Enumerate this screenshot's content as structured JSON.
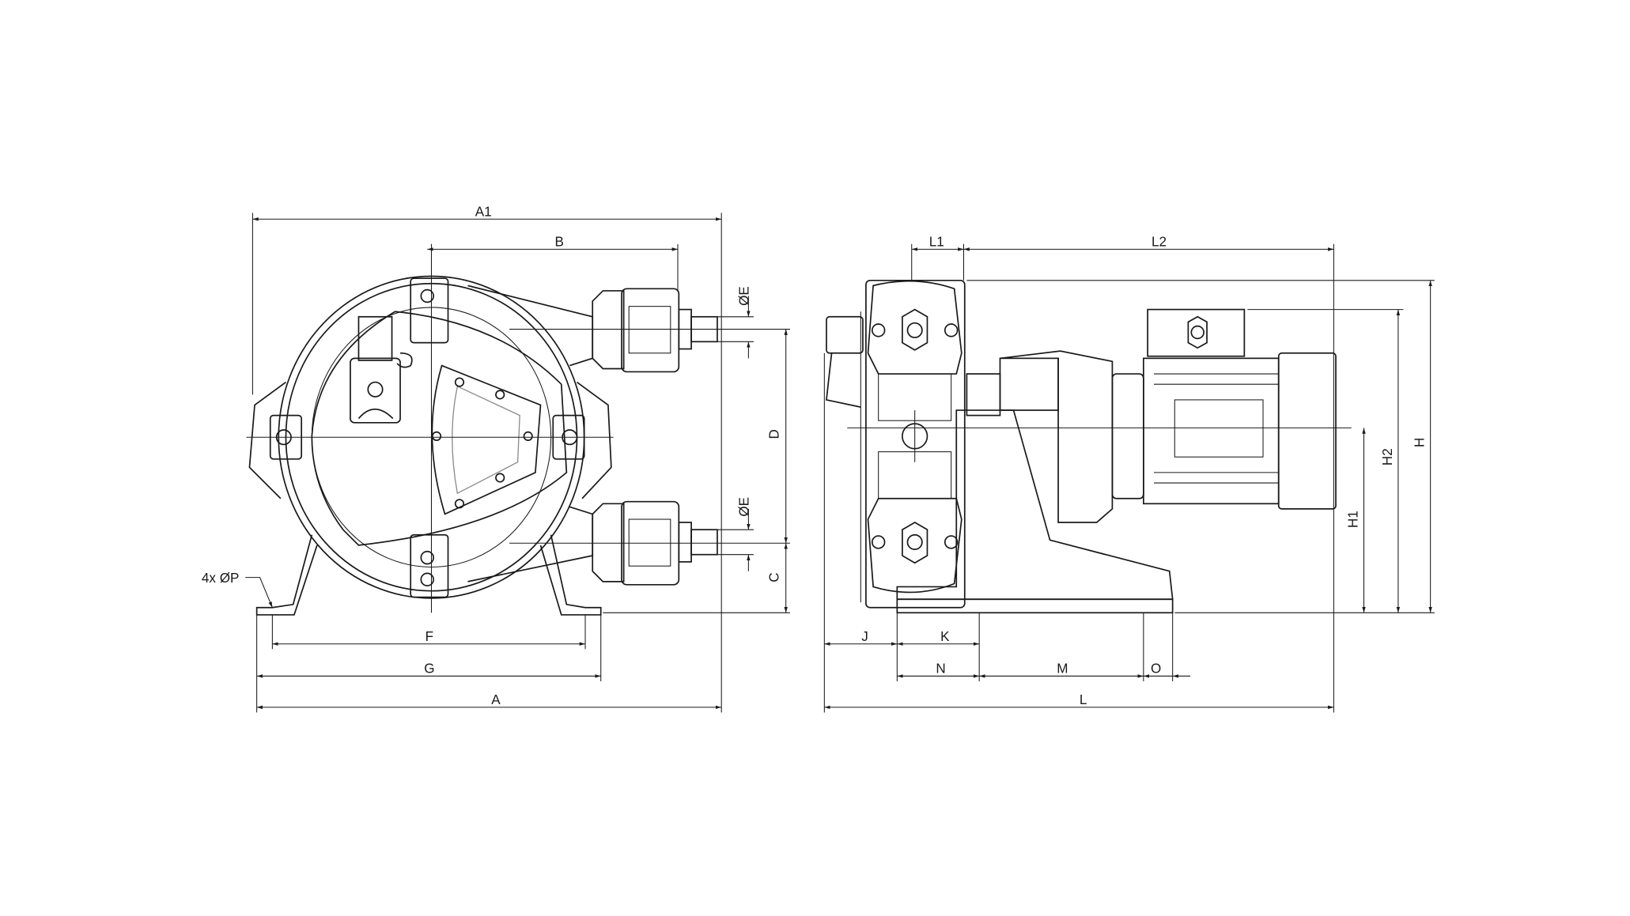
{
  "drawing": {
    "front_view": {
      "dimensions": {
        "A1": "A1",
        "B": "B",
        "E_upper": "ØE",
        "E_lower": "ØE",
        "D": "D",
        "C": "C",
        "P": "4x ØP",
        "F": "F",
        "G": "G",
        "A": "A"
      }
    },
    "side_view": {
      "dimensions": {
        "L1": "L1",
        "L2": "L2",
        "H": "H",
        "H2": "H2",
        "H1": "H1",
        "J": "J",
        "K": "K",
        "N": "N",
        "M": "M",
        "O": "O",
        "L": "L"
      }
    }
  }
}
